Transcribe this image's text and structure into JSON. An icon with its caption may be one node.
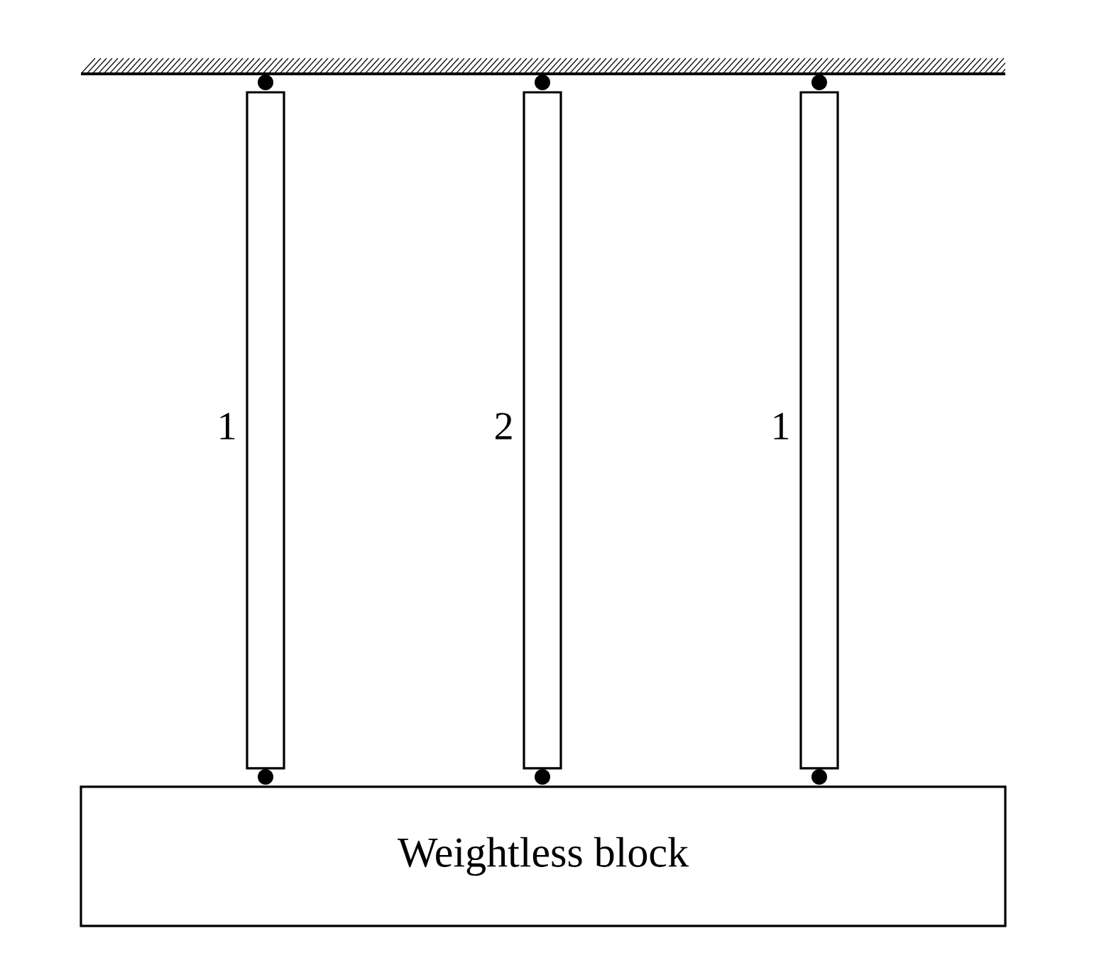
{
  "diagram": {
    "nodes": [
      {
        "text": [],
        "shape": "bar",
        "beside": [
          "1"
        ]
      },
      {
        "text": [],
        "shape": "bar",
        "beside": [
          "2"
        ]
      },
      {
        "text": [],
        "shape": "bar",
        "beside": [
          "1"
        ]
      },
      {
        "text": [
          "Weightless block"
        ]
      }
    ]
  }
}
